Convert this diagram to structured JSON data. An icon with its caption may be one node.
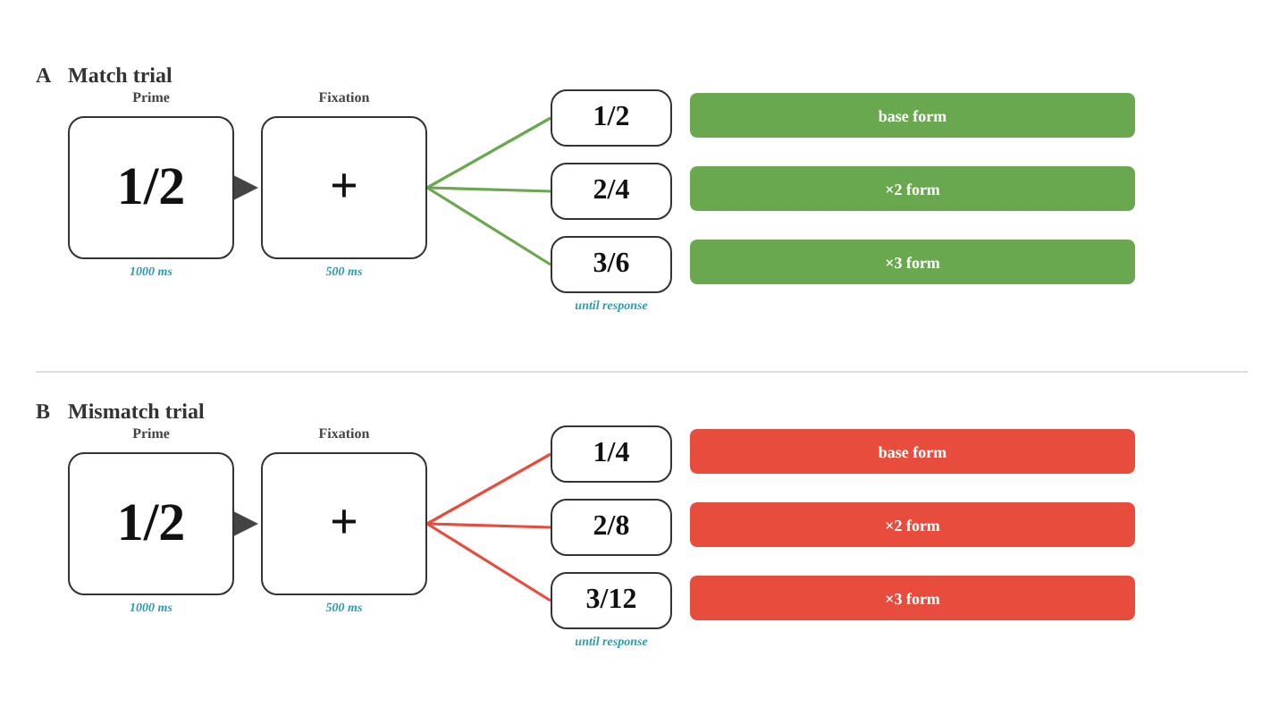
{
  "diagram": {
    "nodes": [
      {
        "text": [
          "Prime",
          "1/2"
        ],
        "beside": [
          "1000 ms"
        ]
      },
      {
        "text": [
          "Fixation",
          "+"
        ],
        "beside": [
          "500 ms"
        ]
      },
      {
        "text": [
          "1/2"
        ]
      },
      {
        "text": [
          "2/4"
        ]
      },
      {
        "text": [
          "3/6"
        ],
        "beside": [
          "until response"
        ]
      },
      {
        "text": [
          "base form"
        ]
      },
      {
        "text": [
          "×2 form"
        ]
      },
      {
        "text": [
          "×3 form"
        ]
      },
      {
        "text": [
          "Prime",
          "1/2"
        ],
        "beside": [
          "1000 ms"
        ]
      },
      {
        "text": [
          "Fixation",
          "+"
        ],
        "beside": [
          "500 ms"
        ]
      },
      {
        "text": [
          "1/4"
        ]
      },
      {
        "text": [
          "2/8"
        ]
      },
      {
        "text": [
          "3/12"
        ],
        "beside": [
          "until response"
        ]
      },
      {
        "text": [
          "base form"
        ]
      },
      {
        "text": [
          "×2 form"
        ]
      },
      {
        "text": [
          "×3 form"
        ]
      }
    ],
    "edges": [
      {
        "from": 0,
        "to": 1,
        "arrow": "to",
        "style": "thick",
        "color": "#444444"
      },
      {
        "from": 1,
        "to": 2,
        "arrow": "none",
        "color": "#6aa84f"
      },
      {
        "from": 1,
        "to": 3,
        "arrow": "none",
        "color": "#6aa84f"
      },
      {
        "from": 1,
        "to": 4,
        "arrow": "none",
        "color": "#6aa84f"
      },
      {
        "from": 8,
        "to": 9,
        "arrow": "to",
        "style": "thick",
        "color": "#444444"
      },
      {
        "from": 9,
        "to": 10,
        "arrow": "none",
        "color": "#e74c3c"
      },
      {
        "from": 9,
        "to": 11,
        "arrow": "none",
        "color": "#e74c3c"
      },
      {
        "from": 9,
        "to": 12,
        "arrow": "none",
        "color": "#e74c3c"
      }
    ],
    "labels": [
      "A",
      "Match trial",
      "B",
      "Mismatch trial"
    ]
  }
}
